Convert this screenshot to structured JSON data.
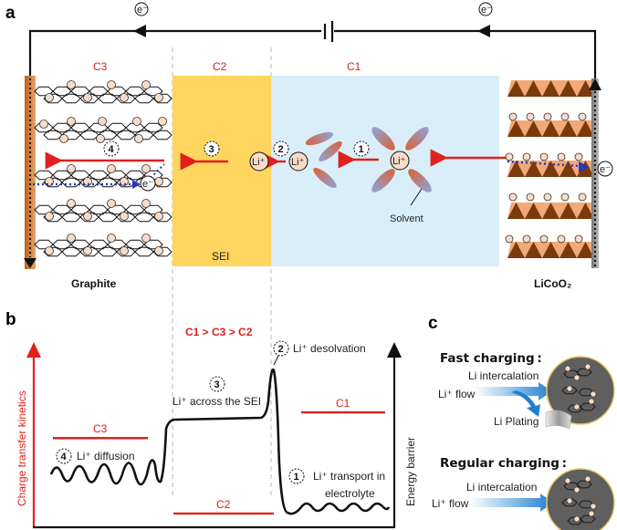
{
  "figure": {
    "panels": {
      "a": {
        "letter": "a",
        "electron_label": "e⁻",
        "regions": {
          "c3": "C3",
          "c2": "C2",
          "c1": "C1"
        },
        "sei_label": "SEI",
        "anode_label": "Graphite",
        "cathode_label": "LiCoO₂",
        "solvent_label": "Solvent",
        "li_ion_label": "Li⁺",
        "steps": [
          "1",
          "2",
          "3",
          "4"
        ],
        "colors": {
          "sei": "#fdd55f",
          "electrolyte": "#d9eef9",
          "arrow_red": "#e0201c",
          "electron_blue": "#2a36b8",
          "cathode_dark": "#7a3a0c",
          "cathode_light": "#f2a877",
          "li_ball": "#f8dcc8"
        }
      },
      "b": {
        "letter": "b",
        "comparison": "C1 > C3 > C2",
        "y_left_label": "Charge transfer kinetics",
        "y_right_label": "Energy barrier",
        "levels": [
          {
            "name": "C3",
            "relative_value": 0.52
          },
          {
            "name": "C2",
            "relative_value": 0.08
          },
          {
            "name": "C1",
            "relative_value": 0.67
          }
        ],
        "annotations": [
          {
            "step": "1",
            "text": "Li⁺ transport in",
            "text2": "electrolyte"
          },
          {
            "step": "2",
            "text": "Li⁺ desolvation"
          },
          {
            "step": "3",
            "text": "Li⁺ across the SEI"
          },
          {
            "step": "4",
            "text": "Li⁺ diffusion"
          }
        ]
      },
      "c": {
        "letter": "c",
        "fast": {
          "title": "Fast charging :",
          "intercalation": "Li intercalation",
          "flow": "Li⁺ flow",
          "plating": "Li Plating"
        },
        "regular": {
          "title": "Regular charging :",
          "intercalation": "Li intercalation",
          "flow": "Li⁺ flow"
        }
      }
    }
  }
}
